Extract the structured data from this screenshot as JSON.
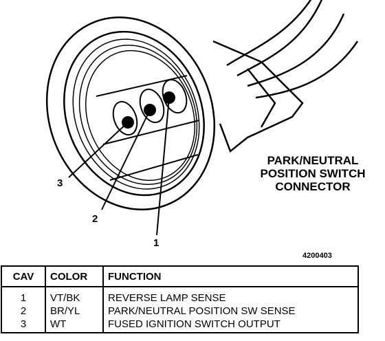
{
  "connector": {
    "title_lines": [
      "PARK/NEUTRAL",
      "POSITION SWITCH",
      "CONNECTOR"
    ],
    "callouts": [
      "1",
      "2",
      "3"
    ],
    "figure_code": "4200403"
  },
  "table": {
    "headers": {
      "cav": "CAV",
      "color": "COLOR",
      "function": "FUNCTION"
    },
    "rows": [
      {
        "cav": "1",
        "color": "VT/BK",
        "function": "REVERSE LAMP SENSE"
      },
      {
        "cav": "2",
        "color": "BR/YL",
        "function": "PARK/NEUTRAL POSITION SW SENSE"
      },
      {
        "cav": "3",
        "color": "WT",
        "function": "FUSED IGNITION SWITCH OUTPUT"
      }
    ]
  }
}
